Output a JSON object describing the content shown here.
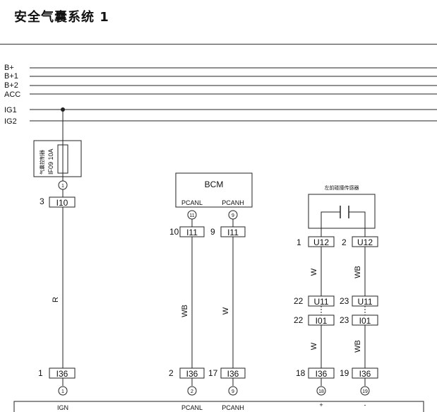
{
  "title": "安全气囊系统 1",
  "rails": [
    "B+",
    "B+1",
    "B+2",
    "ACC",
    "IG1",
    "IG2"
  ],
  "fuse": {
    "box_label": "气囊控制器",
    "fuse_label": "IF09 10A",
    "terminal": "1",
    "pin": "3",
    "connector": "I10"
  },
  "bcm": {
    "name": "BCM",
    "pin_labels": [
      "PCANL",
      "PCANH"
    ],
    "terminals": [
      "11",
      "9"
    ],
    "pins": [
      "10",
      "9"
    ],
    "connectors": [
      "I11",
      "I11"
    ]
  },
  "sensor": {
    "name": "左前碰撞传感器",
    "pins": [
      "1",
      "2"
    ],
    "connectors": [
      "U12",
      "U12"
    ],
    "inline_pins": [
      "22",
      "23"
    ],
    "inline_connectors_a": [
      "U11",
      "U11"
    ],
    "inline_connectors_b": [
      "I01",
      "I01"
    ]
  },
  "wire_colors": {
    "ign": "R",
    "pcanl": "WB",
    "pcanh": "W",
    "sensor_a_upper": "W",
    "sensor_b_upper": "WB",
    "sensor_a_lower": "W",
    "sensor_b_lower": "WB"
  },
  "bottom_connector": "I36",
  "bottom_pins": [
    "1",
    "2",
    "17",
    "18",
    "19"
  ],
  "bottom_terminals": [
    "1",
    "2",
    "9",
    "18",
    "19"
  ],
  "airbag_module_labels": [
    "IGN",
    "PCANL",
    "PCANH",
    "+",
    "-"
  ]
}
